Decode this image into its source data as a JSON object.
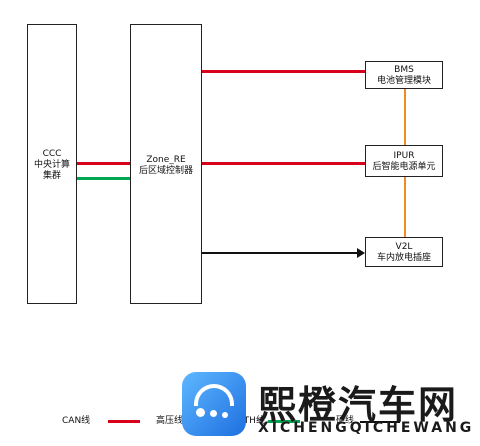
{
  "boxes": {
    "ccc": {
      "line1": "CCC",
      "line2": "中央计算",
      "line3": "集群"
    },
    "zone_re": {
      "line1": "Zone_RE",
      "line2": "后区域控制器"
    },
    "bms": {
      "line1": "BMS",
      "line2": "电池管理模块"
    },
    "ipur": {
      "line1": "IPUR",
      "line2": "后智能电源单元"
    },
    "v2l": {
      "line1": "V2L",
      "line2": "车内放电插座"
    }
  },
  "legend": {
    "can": "CAN线",
    "hv": "高压线",
    "eth": "ETH线",
    "hw": "硬线"
  },
  "colors": {
    "can": "#d9001b",
    "eth": "#00a651",
    "hv": "#f08c1f",
    "hw": "#111111"
  },
  "watermark": {
    "cn": "熙橙汽车网",
    "en": "XICHENGQICHEWANG"
  }
}
